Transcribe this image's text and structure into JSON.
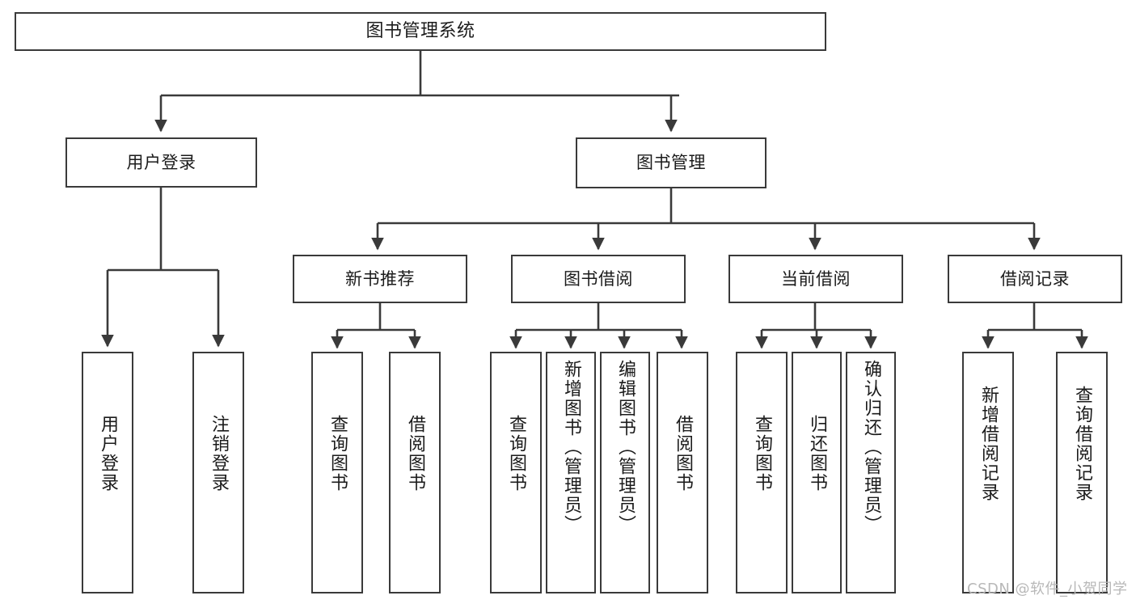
{
  "diagram": {
    "title": "图书管理系统",
    "type": "tree-hierarchy",
    "watermark": "CSDN @软件_小贺同学",
    "colors": {
      "stroke": "#3a3a3a",
      "fill": "#ffffff",
      "text": "#1b1b1b",
      "watermark": "#b8b8b8"
    },
    "nodes": {
      "root": {
        "label": "图书管理系统"
      },
      "level2": [
        {
          "id": "user-login",
          "label": "用户登录"
        },
        {
          "id": "book-manage",
          "label": "图书管理"
        }
      ],
      "level3": [
        {
          "id": "new-book-recommend",
          "label": "新书推荐"
        },
        {
          "id": "book-borrow",
          "label": "图书借阅"
        },
        {
          "id": "current-borrow",
          "label": "当前借阅"
        },
        {
          "id": "borrow-record",
          "label": "借阅记录"
        }
      ],
      "leaves": [
        {
          "id": "leaf-user-login",
          "label": "用户登录",
          "parent": "user-login"
        },
        {
          "id": "leaf-logout-login",
          "label": "注销登录",
          "parent": "user-login"
        },
        {
          "id": "leaf-query-book-1",
          "label": "查询图书",
          "parent": "new-book-recommend"
        },
        {
          "id": "leaf-borrow-book-1",
          "label": "借阅图书",
          "parent": "new-book-recommend"
        },
        {
          "id": "leaf-query-book-2",
          "label": "查询图书",
          "parent": "book-borrow"
        },
        {
          "id": "leaf-add-book",
          "label": "新增图书（管理员）",
          "parent": "book-borrow"
        },
        {
          "id": "leaf-edit-book",
          "label": "编辑图书（管理员）",
          "parent": "book-borrow"
        },
        {
          "id": "leaf-borrow-book-2",
          "label": "借阅图书",
          "parent": "book-borrow"
        },
        {
          "id": "leaf-query-book-3",
          "label": "查询图书",
          "parent": "current-borrow"
        },
        {
          "id": "leaf-return-book",
          "label": "归还图书",
          "parent": "current-borrow"
        },
        {
          "id": "leaf-confirm-return",
          "label": "确认归还（管理员）",
          "parent": "current-borrow"
        },
        {
          "id": "leaf-add-record",
          "label": "新增借阅记录",
          "parent": "borrow-record"
        },
        {
          "id": "leaf-query-record",
          "label": "查询借阅记录",
          "parent": "borrow-record"
        }
      ]
    }
  }
}
